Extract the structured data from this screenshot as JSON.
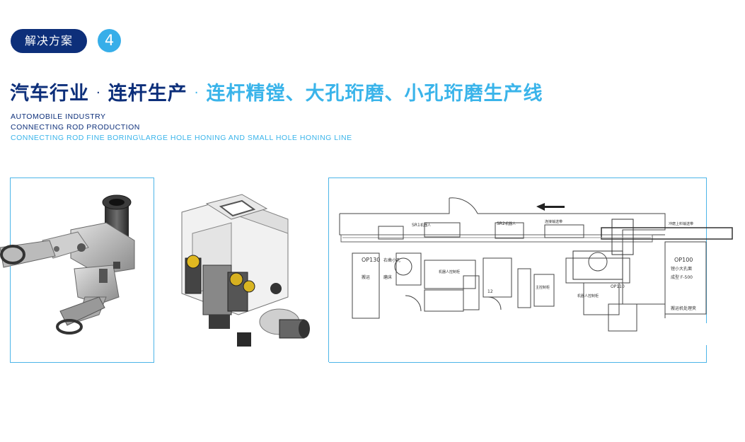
{
  "header": {
    "section_label": "解决方案",
    "section_number": "4"
  },
  "title": {
    "part1": "汽车行业",
    "sep1": "·",
    "part2": "连杆生产",
    "sep2": "·",
    "part3": "连杆精镗、大孔珩磨、小孔珩磨生产线"
  },
  "subtitle": {
    "line1": "AUTOMOBILE INDUSTRY",
    "line2": "CONNECTING ROD PRODUCTION",
    "line3": "CONNECTING ROD FINE BORING\\LARGE HOLE HONING AND SMALL HOLE HONING LINE"
  },
  "layout_drawing": {
    "op130": "OP130",
    "op130_note1": "右凿小孔",
    "op130_note2": "磨床",
    "op130_note3": "搬运",
    "op100": "OP100",
    "op100_note1": "镗小大孔面",
    "op100_note2": "成型 F-500",
    "op100_note3": "搬运机处理夹",
    "op110": "OP110",
    "op120": "12",
    "sr1": "SR1",
    "sr2": "SR2",
    "sr1_tag": "机器人",
    "sr2_tag": "机器人",
    "box1": "机器人控制柜",
    "box2": "主控制柜",
    "box3": "机器人控制柜",
    "label_top": "连接输送带",
    "label_right": "冲磨上料输送带"
  },
  "colors": {
    "navy": "#0d2f7a",
    "accent": "#3ab4ea",
    "frame": "#4cb5e8"
  }
}
